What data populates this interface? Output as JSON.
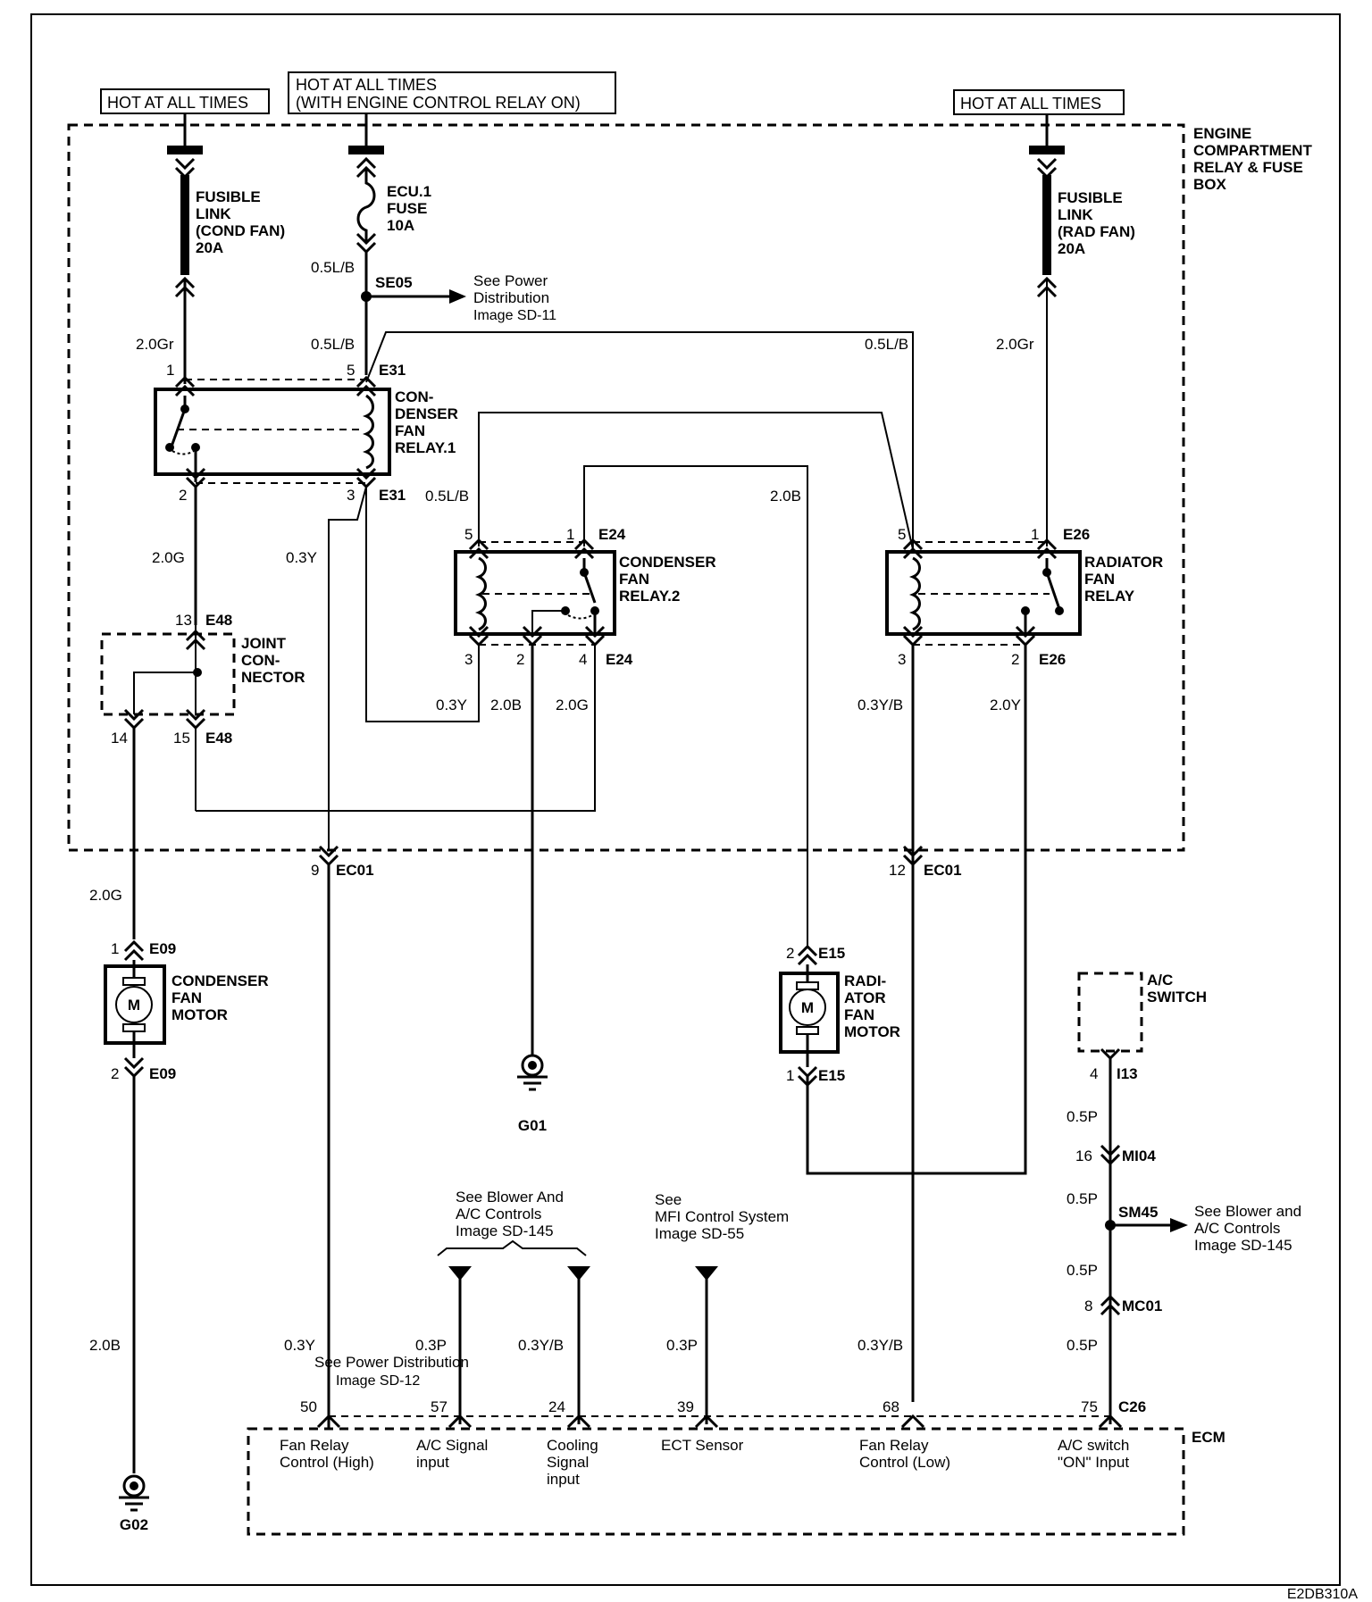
{
  "power_sources": {
    "left": "HOT AT ALL TIMES",
    "center_line1": "HOT AT ALL TIMES",
    "center_line2": "(WITH ENGINE CONTROL RELAY ON)",
    "right": "HOT AT ALL TIMES"
  },
  "fuse_box": {
    "lines": [
      "ENGINE",
      "COMPARTMENT",
      "RELAY & FUSE",
      "BOX"
    ]
  },
  "fusible_link_cond": [
    "FUSIBLE",
    "LINK",
    "(COND FAN)",
    "20A"
  ],
  "fusible_link_rad": [
    "FUSIBLE",
    "LINK",
    "(RAD FAN)",
    "20A"
  ],
  "ecu_fuse": [
    "ECU.1",
    "FUSE",
    "10A"
  ],
  "splice_se05": {
    "id": "SE05",
    "ref": [
      "See Power",
      "Distribution",
      "Image SD-11"
    ]
  },
  "wires": {
    "w_20gr_left": "2.0Gr",
    "w_05lb_fuse": "0.5L/B",
    "w_05lb_relay1": "0.5L/B",
    "w_05lb_rad": "0.5L/B",
    "w_20gr_right": "2.0Gr",
    "w_05lb_relay2": "0.5L/B",
    "w_20b_mid": "2.0B",
    "w_20g_left": "2.0G",
    "w_03y_left": "0.3Y",
    "w_03y_r2": "0.3Y",
    "w_20b_r2": "2.0B",
    "w_20g_r2": "2.0G",
    "w_03yb_rad": "0.3Y/B",
    "w_20y_rad": "2.0Y",
    "w_20g_motor": "2.0G",
    "w_20b_g02": "2.0B",
    "w_05p_1": "0.5P",
    "w_05p_2": "0.5P",
    "w_05p_3": "0.5P",
    "w_05p_4": "0.5P",
    "w_03y_ecm": "0.3Y",
    "w_03p_ac": "0.3P",
    "w_03yb_cool": "0.3Y/B",
    "w_03p_ect": "0.3P",
    "w_03yb_low": "0.3Y/B"
  },
  "relay1": {
    "name": [
      "CON-",
      "DENSER",
      "FAN",
      "RELAY.1"
    ],
    "pins": {
      "p1": "1",
      "p5": "5",
      "p2": "2",
      "p3": "3"
    },
    "connector_top": "E31",
    "connector_bottom": "E31"
  },
  "relay2": {
    "name": [
      "CONDENSER",
      "FAN",
      "RELAY.2"
    ],
    "pins": {
      "p5": "5",
      "p1": "1",
      "p3": "3",
      "p2": "2",
      "p4": "4"
    },
    "connector_top": "E24",
    "connector_bottom": "E24"
  },
  "rad_relay": {
    "name": [
      "RADIATOR",
      "FAN",
      "RELAY"
    ],
    "pins": {
      "p5": "5",
      "p1": "1",
      "p3": "3",
      "p2": "2"
    },
    "connector_top": "E26",
    "connector_bottom": "E26"
  },
  "joint_connector": {
    "name": [
      "JOINT",
      "CON-",
      "NECTOR"
    ],
    "pin13": "13",
    "pin14": "14",
    "pin15": "15",
    "conn_top": "E48",
    "conn_bottom": "E48"
  },
  "ec01": {
    "pin9": "9",
    "pin12": "12",
    "name": "EC01"
  },
  "cond_motor": {
    "name": [
      "CONDENSER",
      "FAN",
      "MOTOR"
    ],
    "symbol": "M",
    "pin1": "1",
    "pin2": "2",
    "conn": "E09"
  },
  "rad_motor": {
    "name": [
      "RADI-",
      "ATOR",
      "FAN",
      "MOTOR"
    ],
    "symbol": "M",
    "pin2": "2",
    "pin1": "1",
    "conn": "E15"
  },
  "grounds": {
    "g01": "G01",
    "g02": "G02"
  },
  "ac_switch": {
    "name": [
      "A/C",
      "SWITCH"
    ],
    "pin": "4",
    "conn": "I13"
  },
  "mi04": {
    "pin": "16",
    "name": "MI04"
  },
  "sm45": {
    "id": "SM45",
    "ref": [
      "See Blower and",
      "A/C Controls",
      "Image SD-145"
    ]
  },
  "mc01": {
    "pin": "8",
    "name": "MC01"
  },
  "refs": {
    "blower": [
      "See Blower And",
      "A/C Controls",
      "Image SD-145"
    ],
    "mfi": [
      "See",
      "MFI Control System",
      "Image SD-55"
    ],
    "power12": [
      "See Power Distribution",
      "Image SD-12"
    ]
  },
  "ecm": {
    "name": "ECM",
    "conn": "C26",
    "pins": [
      {
        "num": "50",
        "label": [
          "Fan Relay",
          "Control (High)"
        ]
      },
      {
        "num": "57",
        "label": [
          "A/C Signal",
          "input"
        ]
      },
      {
        "num": "24",
        "label": [
          "Cooling",
          "Signal",
          "input"
        ]
      },
      {
        "num": "39",
        "label": [
          "ECT Sensor"
        ]
      },
      {
        "num": "68",
        "label": [
          "Fan Relay",
          "Control (Low)"
        ]
      },
      {
        "num": "75",
        "label": [
          "A/C switch",
          "\"ON\" Input"
        ]
      }
    ]
  },
  "figure_id": "E2DB310A"
}
